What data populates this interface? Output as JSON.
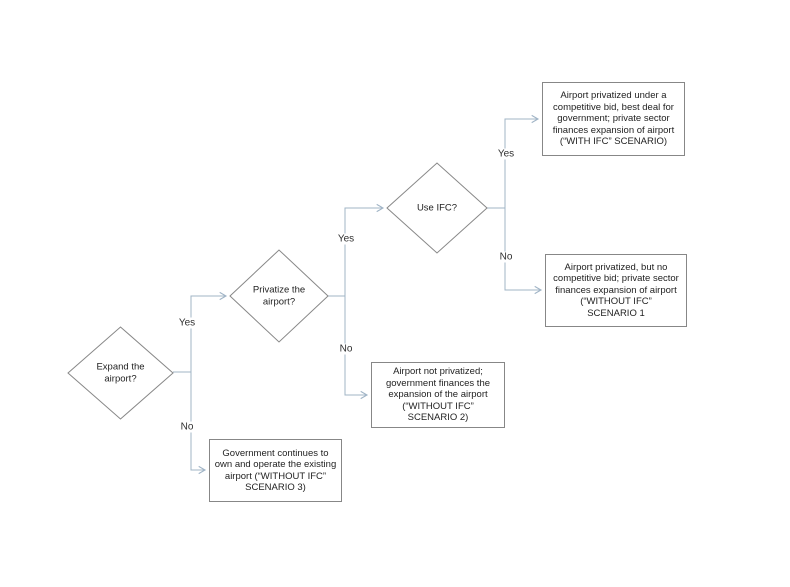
{
  "diagram": {
    "decisions": [
      {
        "id": "expand",
        "lines": [
          "Expand the",
          "airport?"
        ]
      },
      {
        "id": "privatize",
        "lines": [
          "Privatize the",
          "airport?"
        ]
      },
      {
        "id": "use-ifc",
        "lines": [
          "Use IFC?"
        ]
      }
    ],
    "outcomes": [
      {
        "id": "with-ifc",
        "lines": [
          "Airport privatized under a",
          "competitive bid, best deal for",
          "government; private sector",
          "finances expansion of airport",
          "(“WITH IFC” SCENARIO)"
        ]
      },
      {
        "id": "without-ifc-1",
        "lines": [
          "Airport privatized, but no",
          "competitive bid; private sector",
          "finances expansion of airport",
          "(“WITHOUT IFC”",
          "SCENARIO 1"
        ]
      },
      {
        "id": "without-ifc-2",
        "lines": [
          "Airport not privatized;",
          "government finances the",
          "expansion of the airport",
          "(“WITHOUT IFC”",
          "SCENARIO 2)"
        ]
      },
      {
        "id": "without-ifc-3",
        "lines": [
          "Government continues to",
          "own and operate the existing",
          "airport (“WITHOUT IFC”",
          "SCENARIO 3)"
        ]
      }
    ],
    "branch_labels": {
      "expand_yes": "Yes",
      "expand_no": "No",
      "privatize_yes": "Yes",
      "privatize_no": "No",
      "use_ifc_yes": "Yes",
      "use_ifc_no": "No"
    }
  },
  "colors": {
    "background": "#ffffff",
    "connector": "#a0b4c6",
    "shape_border": "#878787",
    "text": "#1f1f1f",
    "label_text": "#2e2e2e"
  }
}
